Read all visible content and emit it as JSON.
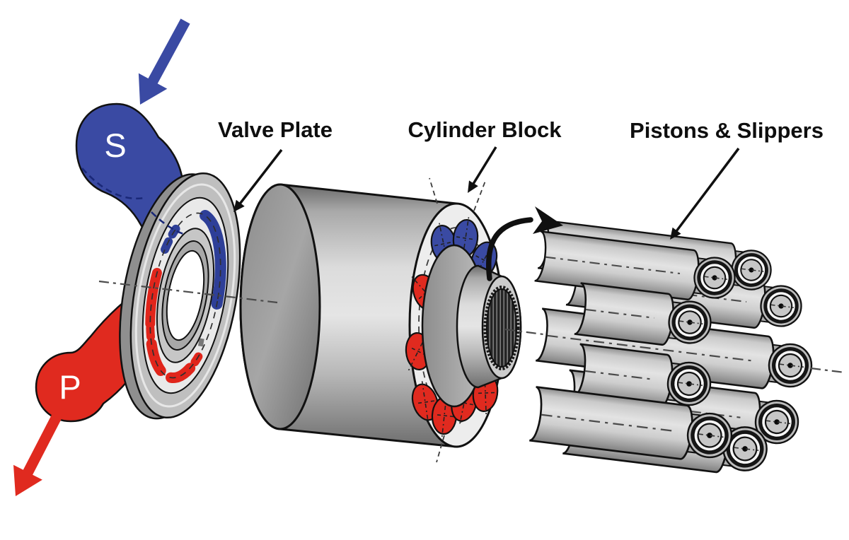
{
  "diagram": {
    "title": "Axial piston pump exploded view",
    "labels": {
      "valve_plate": "Valve Plate",
      "cylinder_block": "Cylinder Block",
      "pistons_slippers": "Pistons & Slippers"
    },
    "ports": {
      "suction_letter": "S",
      "pressure_letter": "P"
    },
    "colors": {
      "suction_blue": "#3a4aa3",
      "kidney_blue": "#2e3f98",
      "dashed_navy": "#1a2878",
      "pressure_red": "#e02a1f",
      "kidney_red": "#e0251b",
      "outline": "#111111",
      "centerline": "#4a4a4a",
      "label_text": "#0e0e0e"
    },
    "piston_count": 9,
    "bore_count": 9
  }
}
